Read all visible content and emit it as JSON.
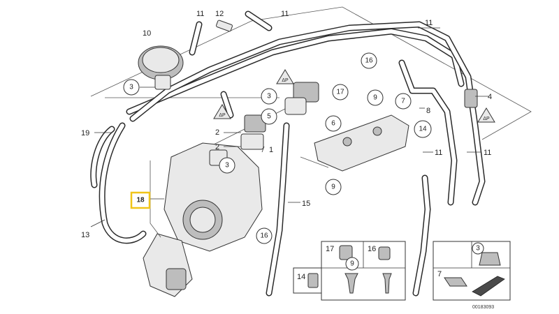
{
  "diagram": {
    "plain_labels": {
      "l11a": "11",
      "l12": "12",
      "l11b": "11",
      "l11c": "11",
      "l10": "10",
      "l4": "4",
      "l19": "19",
      "l2a": "2",
      "l2b": "2",
      "l1": "1",
      "l8": "8",
      "l11d": "11",
      "l11e": "11",
      "l15": "15",
      "l13": "13"
    },
    "circled_labels": {
      "c3a": "3",
      "c16a": "16",
      "c3b": "3",
      "c17": "17",
      "c9a": "9",
      "c7": "7",
      "c5": "5",
      "c6": "6",
      "c14": "14",
      "c3c": "3",
      "c9b": "9",
      "c16b": "16"
    },
    "highlighted_label": "18",
    "inset_labels": {
      "i17": "17",
      "i16": "16",
      "i14": "14",
      "i9": "9",
      "i3": "3",
      "i7": "7"
    },
    "warning_text": "ΔP",
    "drawing_number": "00183093",
    "highlight_color": "#f0c419"
  }
}
